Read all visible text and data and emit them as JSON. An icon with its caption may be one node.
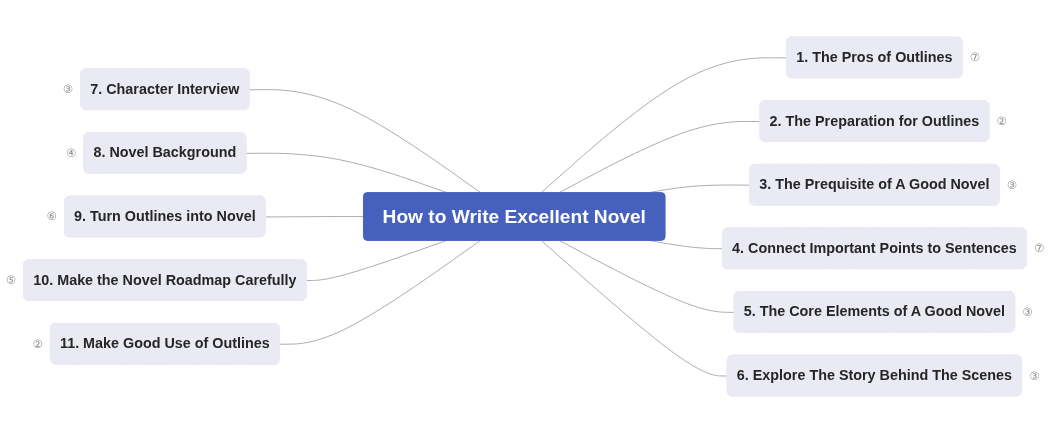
{
  "diagram": {
    "nodes": [
      {
        "text": [
          "How to Write Excellent Novel"
        ]
      },
      {
        "text": [
          "1. The Pros of Outlines"
        ],
        "beside": [
          "⑦"
        ]
      },
      {
        "text": [
          "2. The Preparation for Outlines"
        ],
        "beside": [
          "②"
        ]
      },
      {
        "text": [
          "3. The Prequisite of A Good Novel"
        ],
        "beside": [
          "③"
        ]
      },
      {
        "text": [
          "4. Connect Important Points to Sentences"
        ],
        "beside": [
          "⑦"
        ]
      },
      {
        "text": [
          "5. The Core Elements of A Good Novel"
        ],
        "beside": [
          "③"
        ]
      },
      {
        "text": [
          "6. Explore The Story Behind The Scenes"
        ],
        "beside": [
          "③"
        ]
      },
      {
        "text": [
          "7. Character Interview"
        ],
        "beside": [
          "③"
        ]
      },
      {
        "text": [
          "8. Novel Background"
        ],
        "beside": [
          "④"
        ]
      },
      {
        "text": [
          "9. Turn Outlines into Novel"
        ],
        "beside": [
          "⑥"
        ]
      },
      {
        "text": [
          "10. Make the Novel Roadmap Carefully"
        ],
        "beside": [
          "⑤"
        ]
      },
      {
        "text": [
          "11. Make Good Use of Outlines"
        ],
        "beside": [
          "②"
        ]
      }
    ],
    "edges": [
      {
        "from": 0,
        "to": 1,
        "arrow": "none"
      },
      {
        "from": 0,
        "to": 2,
        "arrow": "none"
      },
      {
        "from": 0,
        "to": 3,
        "arrow": "none"
      },
      {
        "from": 0,
        "to": 4,
        "arrow": "none"
      },
      {
        "from": 0,
        "to": 5,
        "arrow": "none"
      },
      {
        "from": 0,
        "to": 6,
        "arrow": "none"
      },
      {
        "from": 7,
        "to": 0,
        "arrow": "none"
      },
      {
        "from": 8,
        "to": 0,
        "arrow": "none"
      },
      {
        "from": 9,
        "to": 0,
        "arrow": "none"
      },
      {
        "from": 10,
        "to": 0,
        "arrow": "none"
      },
      {
        "from": 11,
        "to": 0,
        "arrow": "none"
      }
    ]
  }
}
